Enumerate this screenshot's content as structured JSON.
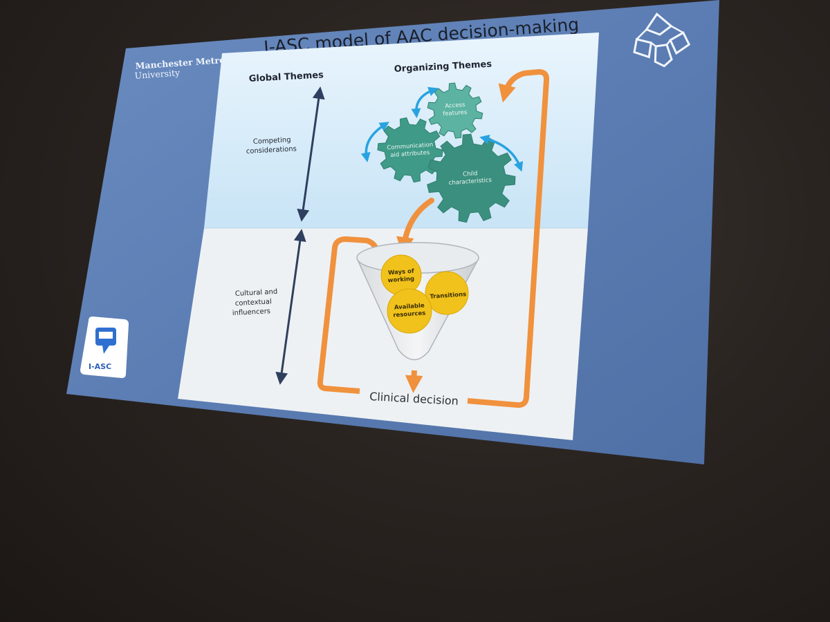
{
  "slide": {
    "title": "I-ASC model of AAC decision-making",
    "institution_line1": "Manchester Metropolitan",
    "institution_line2": "University",
    "logo_label": "I-ASC"
  },
  "diagram": {
    "global_themes_header": "Global Themes",
    "organizing_themes_header": "Organizing Themes",
    "competing_line1": "Competing",
    "competing_line2": "considerations",
    "cultural_line1": "Cultural and",
    "cultural_line2": "contextual",
    "cultural_line3": "influencers",
    "gear_access_line1": "Access",
    "gear_access_line2": "features",
    "gear_comm_line1": "Communication",
    "gear_comm_line2": "aid attributes",
    "gear_child_line1": "Child",
    "gear_child_line2": "characteristics",
    "circle_ways_line1": "Ways of",
    "circle_ways_line2": "working",
    "circle_transitions": "Transitions",
    "circle_available_line1": "Available",
    "circle_available_line2": "resources",
    "clinical_decision": "Clinical decision"
  },
  "colors": {
    "slide_blue": "#5d7fb4",
    "gear_teal": "#3f9a88",
    "circle_yellow": "#f1c21b",
    "flow_orange": "#f0913d",
    "arrow_blue": "#29a3e0",
    "axis_navy": "#2f3f5e"
  }
}
